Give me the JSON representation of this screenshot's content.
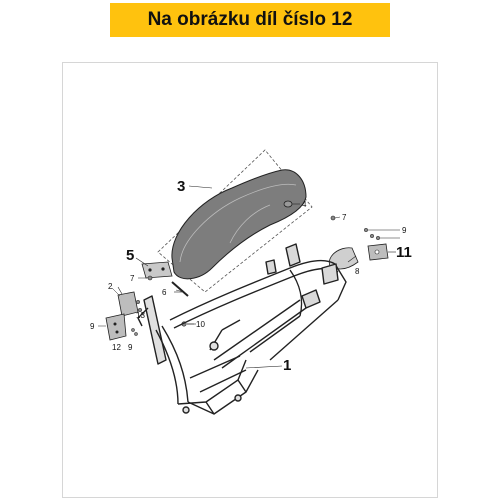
{
  "banner": {
    "text": "Na obrázku díl číslo 12",
    "color": "#ffc20e"
  },
  "callouts": {
    "c1": "1",
    "c2": "2",
    "c3": "3",
    "c4": "4",
    "c5": "5",
    "c6": "6",
    "c7a": "7",
    "c7b": "7",
    "c8": "8",
    "c9a": "9",
    "c9b": "9",
    "c9c": "9",
    "c10": "10",
    "c11": "11",
    "c12": "12",
    "c13": "13"
  }
}
